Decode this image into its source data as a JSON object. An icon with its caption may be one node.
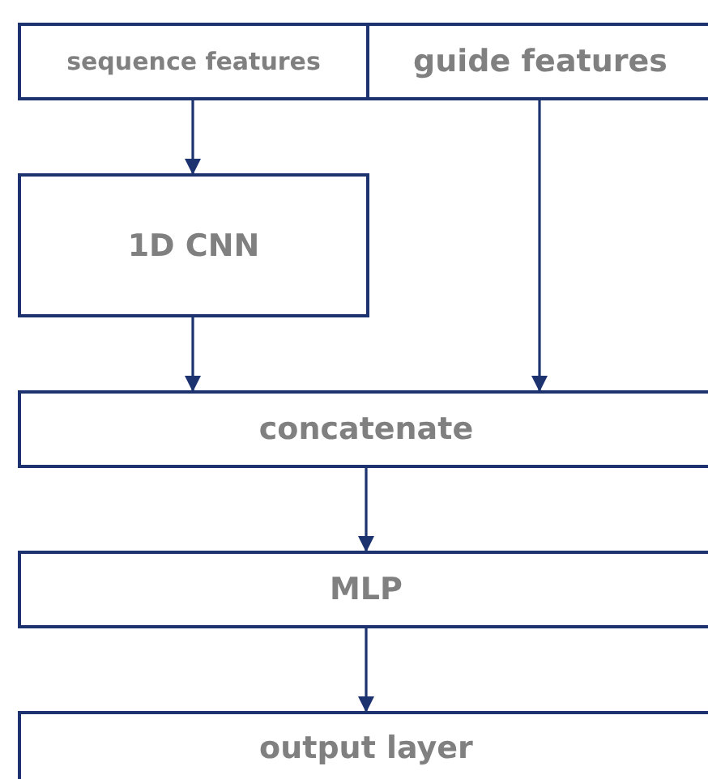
{
  "diagram": {
    "nodes": [
      {
        "text": [
          "sequence features"
        ]
      },
      {
        "text": [
          "guide features"
        ]
      },
      {
        "text": [
          "1D CNN"
        ]
      },
      {
        "text": [
          "concatenate"
        ]
      },
      {
        "text": [
          "MLP"
        ]
      },
      {
        "text": [
          "output layer"
        ]
      }
    ],
    "edges": [
      {
        "from": 0,
        "to": 2,
        "arrow": "to"
      },
      {
        "from": 1,
        "to": 3,
        "arrow": "to"
      },
      {
        "from": 2,
        "to": 3,
        "arrow": "to"
      },
      {
        "from": 3,
        "to": 4,
        "arrow": "to"
      },
      {
        "from": 4,
        "to": 5,
        "arrow": "to"
      }
    ]
  }
}
